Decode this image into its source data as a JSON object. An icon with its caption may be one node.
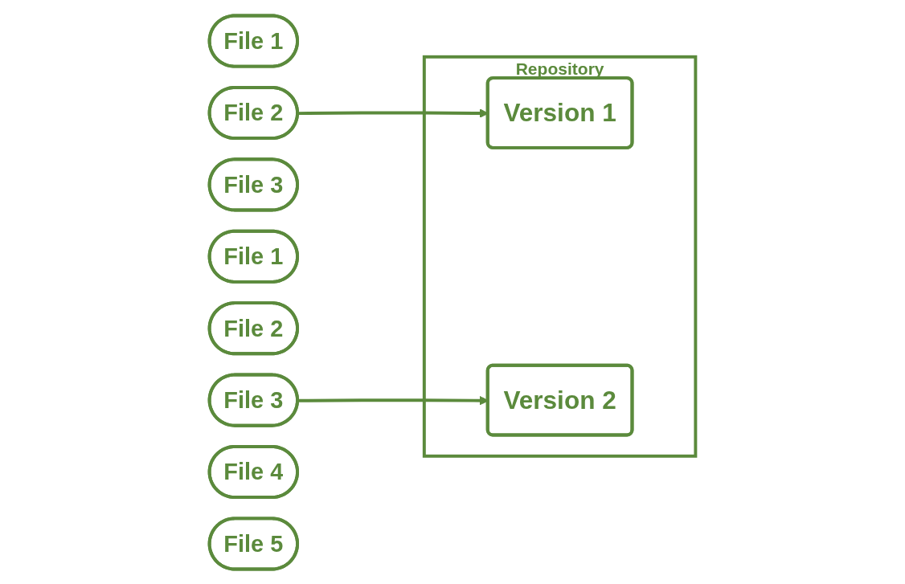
{
  "diagram": {
    "nodes": [
      {
        "text": [
          "File 1"
        ]
      },
      {
        "text": [
          "File 2"
        ]
      },
      {
        "text": [
          "File 3"
        ]
      },
      {
        "text": [
          "Repository"
        ]
      },
      {
        "text": [
          "Version 1"
        ],
        "in": 3
      },
      {
        "text": [
          "Version 2"
        ],
        "in": 3
      },
      {
        "text": [
          "File 1"
        ]
      },
      {
        "text": [
          "File 2"
        ]
      },
      {
        "text": [
          "File 3"
        ]
      },
      {
        "text": [
          "File 4"
        ]
      },
      {
        "text": [
          "File 5"
        ]
      }
    ],
    "edges": [
      {
        "from": 1,
        "to": 4,
        "arrow": "to"
      },
      {
        "from": 8,
        "to": 5,
        "arrow": "to"
      }
    ]
  }
}
